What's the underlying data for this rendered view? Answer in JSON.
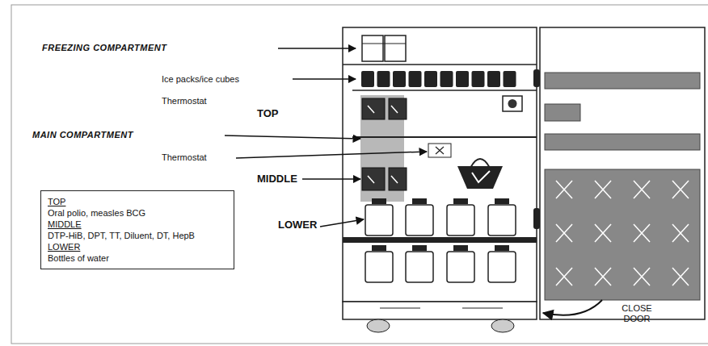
{
  "diagram": {
    "nodes": [
      {
        "text": [
          "TOP",
          "Oral polio, measles BCG",
          "MIDDLE",
          "DTP-HiB, DPT, TT, Diluent, DT, HepB",
          "LOWER",
          "Bottles of water"
        ]
      }
    ],
    "labels": [
      "FREEZING COMPARTMENT",
      "Ice packs/ice cubes",
      "Thermostat",
      "TOP",
      "MAIN COMPARTMENT",
      "Thermostat",
      "MIDDLE",
      "LOWER",
      "CLOSE DOOR"
    ]
  }
}
